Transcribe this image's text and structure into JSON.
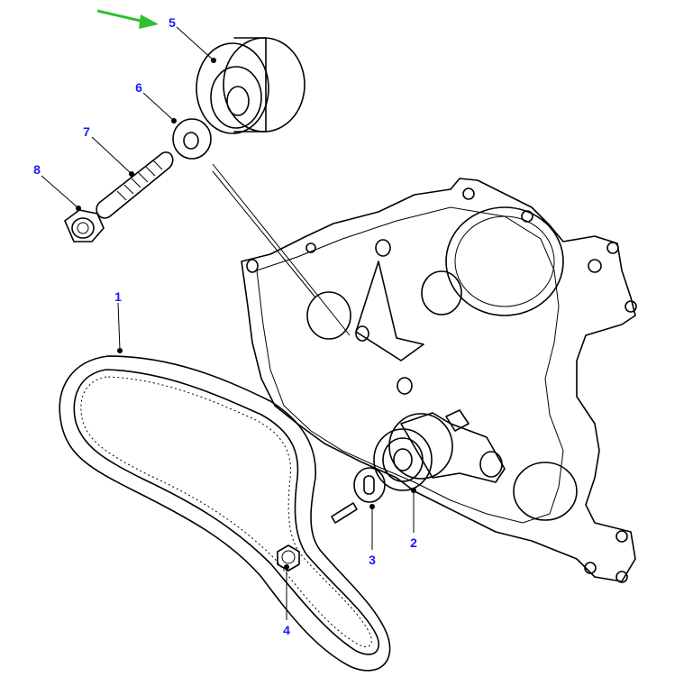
{
  "colors": {
    "callout_text": "#1a1aff",
    "indicator_arrow": "#2ec02e",
    "line_art": "#000000",
    "background": "#ffffff"
  },
  "callouts": [
    {
      "label": "1"
    },
    {
      "label": "2"
    },
    {
      "label": "3"
    },
    {
      "label": "4"
    },
    {
      "label": "5"
    },
    {
      "label": "6"
    },
    {
      "label": "7"
    },
    {
      "label": "8"
    }
  ],
  "indicator": {
    "icon": "green-arrow-icon",
    "points_to_callout": "5"
  }
}
